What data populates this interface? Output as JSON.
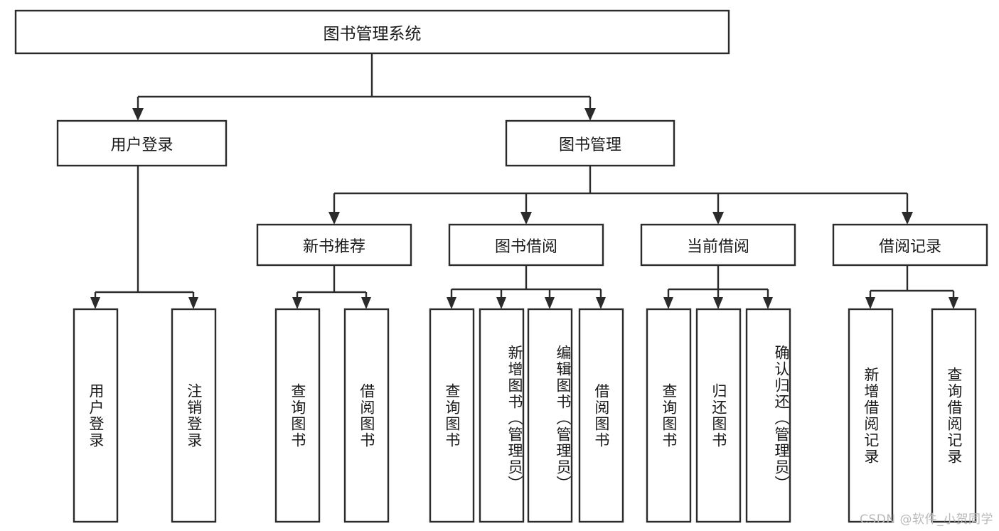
{
  "diagram": {
    "type": "tree",
    "title": "图书管理系统",
    "watermark": "CSDN @软件_小贺同学",
    "colors": {
      "stroke": "#2b2b2b",
      "fill": "#ffffff",
      "text": "#1a1a1a",
      "watermark": "#b9b9b9",
      "background": "#ffffff"
    },
    "levels": {
      "root": {
        "label": "图书管理系统",
        "orientation": "horizontal"
      },
      "level1": [
        {
          "label": "用户登录",
          "orientation": "horizontal"
        },
        {
          "label": "图书管理",
          "orientation": "horizontal"
        }
      ],
      "level2": [
        {
          "label": "新书推荐",
          "orientation": "horizontal"
        },
        {
          "label": "图书借阅",
          "orientation": "horizontal"
        },
        {
          "label": "当前借阅",
          "orientation": "horizontal"
        },
        {
          "label": "借阅记录",
          "orientation": "horizontal"
        }
      ],
      "leaves": [
        {
          "label": "用户登录",
          "orientation": "vertical",
          "parent": "用户登录"
        },
        {
          "label": "注销登录",
          "orientation": "vertical",
          "parent": "用户登录"
        },
        {
          "label": "查询图书",
          "orientation": "vertical",
          "parent": "新书推荐"
        },
        {
          "label": "借阅图书",
          "orientation": "vertical",
          "parent": "新书推荐"
        },
        {
          "label": "查询图书",
          "orientation": "vertical",
          "parent": "图书借阅"
        },
        {
          "label": "新增图书（管理员）",
          "orientation": "vertical",
          "parent": "图书借阅"
        },
        {
          "label": "编辑图书（管理员）",
          "orientation": "vertical",
          "parent": "图书借阅"
        },
        {
          "label": "借阅图书",
          "orientation": "vertical",
          "parent": "图书借阅"
        },
        {
          "label": "查询图书",
          "orientation": "vertical",
          "parent": "当前借阅"
        },
        {
          "label": "归还图书",
          "orientation": "vertical",
          "parent": "当前借阅"
        },
        {
          "label": "确认归还（管理员）",
          "orientation": "vertical",
          "parent": "当前借阅"
        },
        {
          "label": "新增借阅记录",
          "orientation": "vertical",
          "parent": "借阅记录"
        },
        {
          "label": "查询借阅记录",
          "orientation": "vertical",
          "parent": "借阅记录"
        }
      ]
    },
    "nodes": {
      "root": {
        "label": "图书管理系统"
      },
      "user_login": {
        "label": "用户登录"
      },
      "book_manage": {
        "label": "图书管理"
      },
      "new_book_rec": {
        "label": "新书推荐"
      },
      "book_borrow": {
        "label": "图书借阅"
      },
      "cur_borrow": {
        "label": "当前借阅"
      },
      "borrow_log": {
        "label": "借阅记录"
      },
      "leaf_01": {
        "label": "用户登录"
      },
      "leaf_02": {
        "label": "注销登录"
      },
      "leaf_03": {
        "label": "查询图书"
      },
      "leaf_04": {
        "label": "借阅图书"
      },
      "leaf_05": {
        "label": "查询图书"
      },
      "leaf_06": {
        "label": "新增图书（管理员）"
      },
      "leaf_07": {
        "label": "编辑图书（管理员）"
      },
      "leaf_08": {
        "label": "借阅图书"
      },
      "leaf_09": {
        "label": "查询图书"
      },
      "leaf_10": {
        "label": "归还图书"
      },
      "leaf_11": {
        "label": "确认归还（管理员）"
      },
      "leaf_12": {
        "label": "新增借阅记录"
      },
      "leaf_13": {
        "label": "查询借阅记录"
      }
    }
  }
}
